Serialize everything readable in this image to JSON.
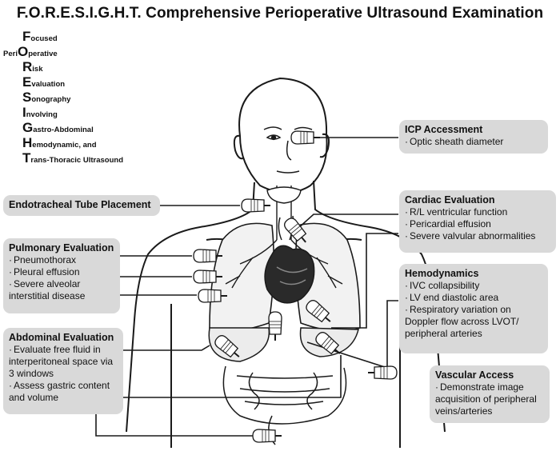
{
  "title": "F.O.R.E.S.I.G.H.T. Comprehensive Perioperative Ultrasound Examination",
  "acronym": [
    {
      "prefix": "",
      "letter": "F",
      "rest": "ocused"
    },
    {
      "prefix": "Peri",
      "letter": "O",
      "rest": "perative"
    },
    {
      "prefix": "",
      "letter": "R",
      "rest": "isk"
    },
    {
      "prefix": "",
      "letter": "E",
      "rest": "valuation"
    },
    {
      "prefix": "",
      "letter": "S",
      "rest": "onography"
    },
    {
      "prefix": "",
      "letter": "I",
      "rest": "nvolving"
    },
    {
      "prefix": "",
      "letter": "G",
      "rest": "astro-Abdominal"
    },
    {
      "prefix": "",
      "letter": "H",
      "rest": "emodynamic, and"
    },
    {
      "prefix": "",
      "letter": "T",
      "rest": "rans-Thoracic Ultrasound"
    }
  ],
  "boxes": {
    "icp": {
      "title": "ICP Accessment",
      "items": [
        "Optic sheath diameter"
      ]
    },
    "ett": {
      "title": "Endotracheal Tube Placement",
      "items": []
    },
    "cardiac": {
      "title": "Cardiac Evaluation",
      "items": [
        "R/L ventricular function",
        "Pericardial effusion",
        "Severe valvular abnormalities"
      ]
    },
    "pulmonary": {
      "title": "Pulmonary Evaluation",
      "items": [
        "Pneumothorax",
        "Pleural effusion",
        "Severe alveolar interstitial disease"
      ]
    },
    "hemo": {
      "title": "Hemodynamics",
      "items": [
        "IVC collapsibility",
        "LV end diastolic area",
        "Respiratory variation on Doppler flow across LVOT/ peripheral arteries"
      ]
    },
    "abdominal": {
      "title": "Abdominal Evaluation",
      "items": [
        "Evaluate free fluid in interperitoneal space via 3 windows",
        "Assess gastric content and volume"
      ]
    },
    "vascular": {
      "title": "Vascular Access",
      "items": [
        "Demonstrate image acquisition of peripheral veins/arteries"
      ]
    }
  },
  "colors": {
    "box_fill": "#d9d9d9",
    "line": "#1a1a1a",
    "probe": "#ffffff",
    "heart": "#2a2a2a"
  }
}
